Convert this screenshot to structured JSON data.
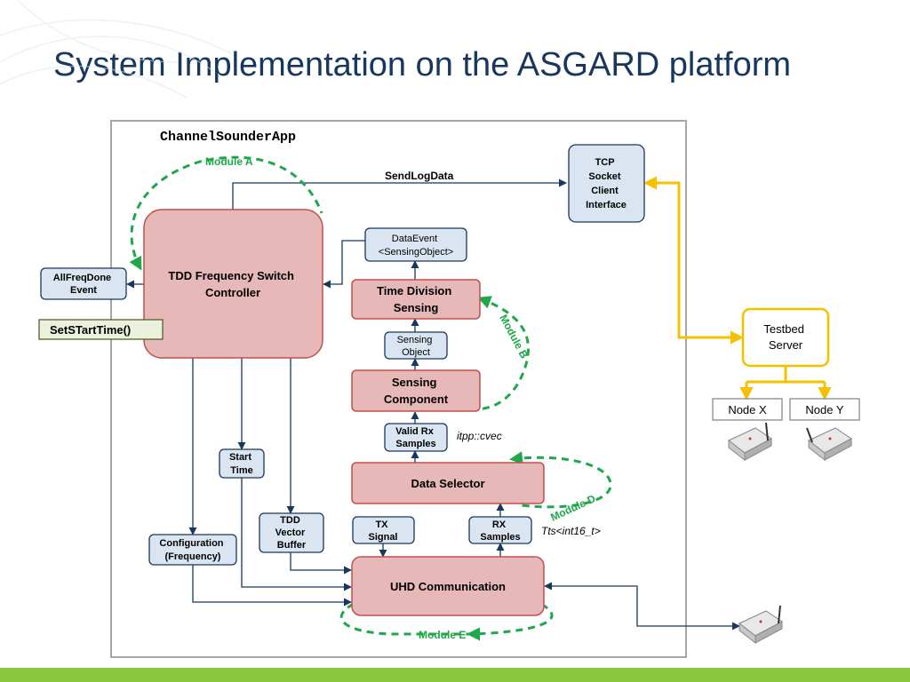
{
  "slide": {
    "title": "System Implementation on the ASGARD platform"
  },
  "app": {
    "label": "ChannelSounderApp"
  },
  "blocks": {
    "tdd_controller": [
      "TDD Frequency Switch",
      "Controller"
    ],
    "time_division_sensing": [
      "Time Division",
      "Sensing"
    ],
    "sensing_component": [
      "Sensing",
      "Component"
    ],
    "data_selector": "Data Selector",
    "uhd_communication": "UHD Communication"
  },
  "data_boxes": {
    "tcp_interface": [
      "TCP",
      "Socket",
      "Client",
      "Interface"
    ],
    "data_event": [
      "DataEvent",
      "<SensingObject>"
    ],
    "allfreqdone_event": [
      "AllFreqDone",
      "Event"
    ],
    "sensing_object": [
      "Sensing",
      "Object"
    ],
    "valid_rx_samples": [
      "Valid Rx",
      "Samples"
    ],
    "start_time": [
      "Start",
      "Time"
    ],
    "tdd_vector_buffer": [
      "TDD",
      "Vector",
      "Buffer"
    ],
    "tx_signal": [
      "TX",
      "Signal"
    ],
    "rx_samples": [
      "RX",
      "Samples"
    ],
    "configuration": [
      "Configuration",
      "(Frequency)"
    ]
  },
  "setstarttime": "SetSTartTime()",
  "arrow_labels": {
    "send_log_data": "SendLogData",
    "itpp_cvec": "itpp::cvec",
    "tts_int16": "Tts<int16_t>"
  },
  "modules": {
    "a": "Module A",
    "b": "Module B",
    "d": "Module D",
    "e": "Module E"
  },
  "testbed": {
    "server": [
      "Testbed",
      "Server"
    ],
    "node_x": "Node X",
    "node_y": "Node Y"
  },
  "colors": {
    "title": "#17375e",
    "block_fill": "#e6b8b7",
    "block_stroke": "#c0504d",
    "data_fill": "#dbe5f1",
    "data_stroke": "#17375e",
    "arrow": "#17375e",
    "module_dash": "#1ea84b",
    "testbed_line": "#f5c000",
    "setstarttime_fill": "#ebf1dd",
    "accent_bar": "#8cc63f"
  }
}
